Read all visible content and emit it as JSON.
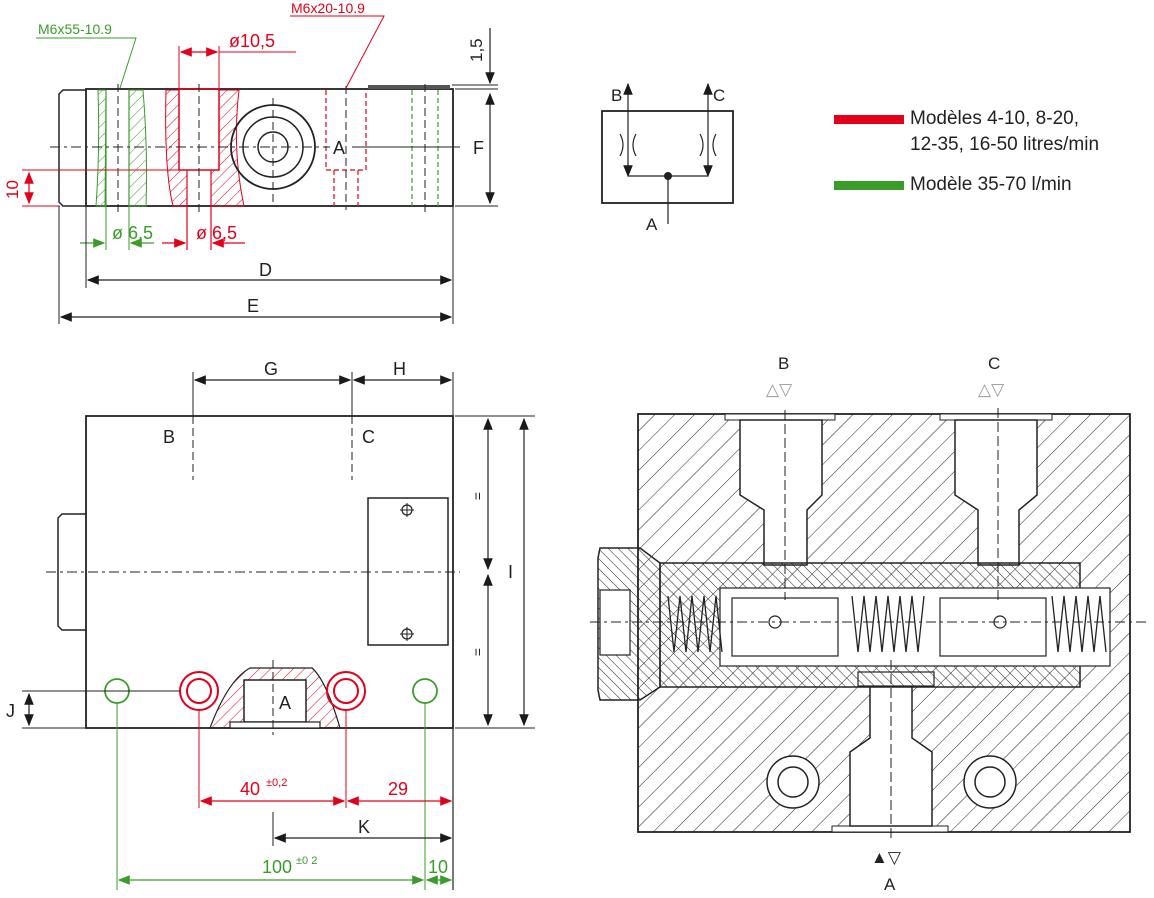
{
  "colors": {
    "red": "#e3001b",
    "green": "#3a9d2a",
    "black": "#1a1a1a"
  },
  "top_view": {
    "screw_green": "M6x55-10.9",
    "screw_red": "M6x20-10.9",
    "dia_bore": "ø10,5",
    "dia_green": "ø 6,5",
    "dia_red": "ø 6,5",
    "dim_10": "10",
    "dim_1_5": "1,5",
    "port_a": "A",
    "dim_f": "F",
    "dim_d": "D",
    "dim_e": "E"
  },
  "symbol": {
    "port_b": "B",
    "port_c": "C",
    "port_a": "A"
  },
  "legend": {
    "items": [
      {
        "color": "#e3001b",
        "label_line1": "Modèles 4-10, 8-20,",
        "label_line2": "12-35, 16-50 litres/min"
      },
      {
        "color": "#3a9d2a",
        "label_line1": "Modèle 35-70 l/min",
        "label_line2": ""
      }
    ]
  },
  "front_view": {
    "dim_g": "G",
    "dim_h": "H",
    "port_b": "B",
    "port_c": "C",
    "port_a": "A",
    "dim_i": "I",
    "dim_j": "J",
    "equal_mark": "=",
    "dim_40": "40",
    "tol_40": "±0,2",
    "dim_29": "29",
    "dim_k": "K",
    "dim_100": "100",
    "tol_100": "±0 2",
    "dim_10": "10"
  },
  "section_view": {
    "port_b": "B",
    "port_c": "C",
    "port_a": "A",
    "flow_b": "△▽",
    "flow_c": "△▽",
    "flow_a": "▲▽"
  }
}
